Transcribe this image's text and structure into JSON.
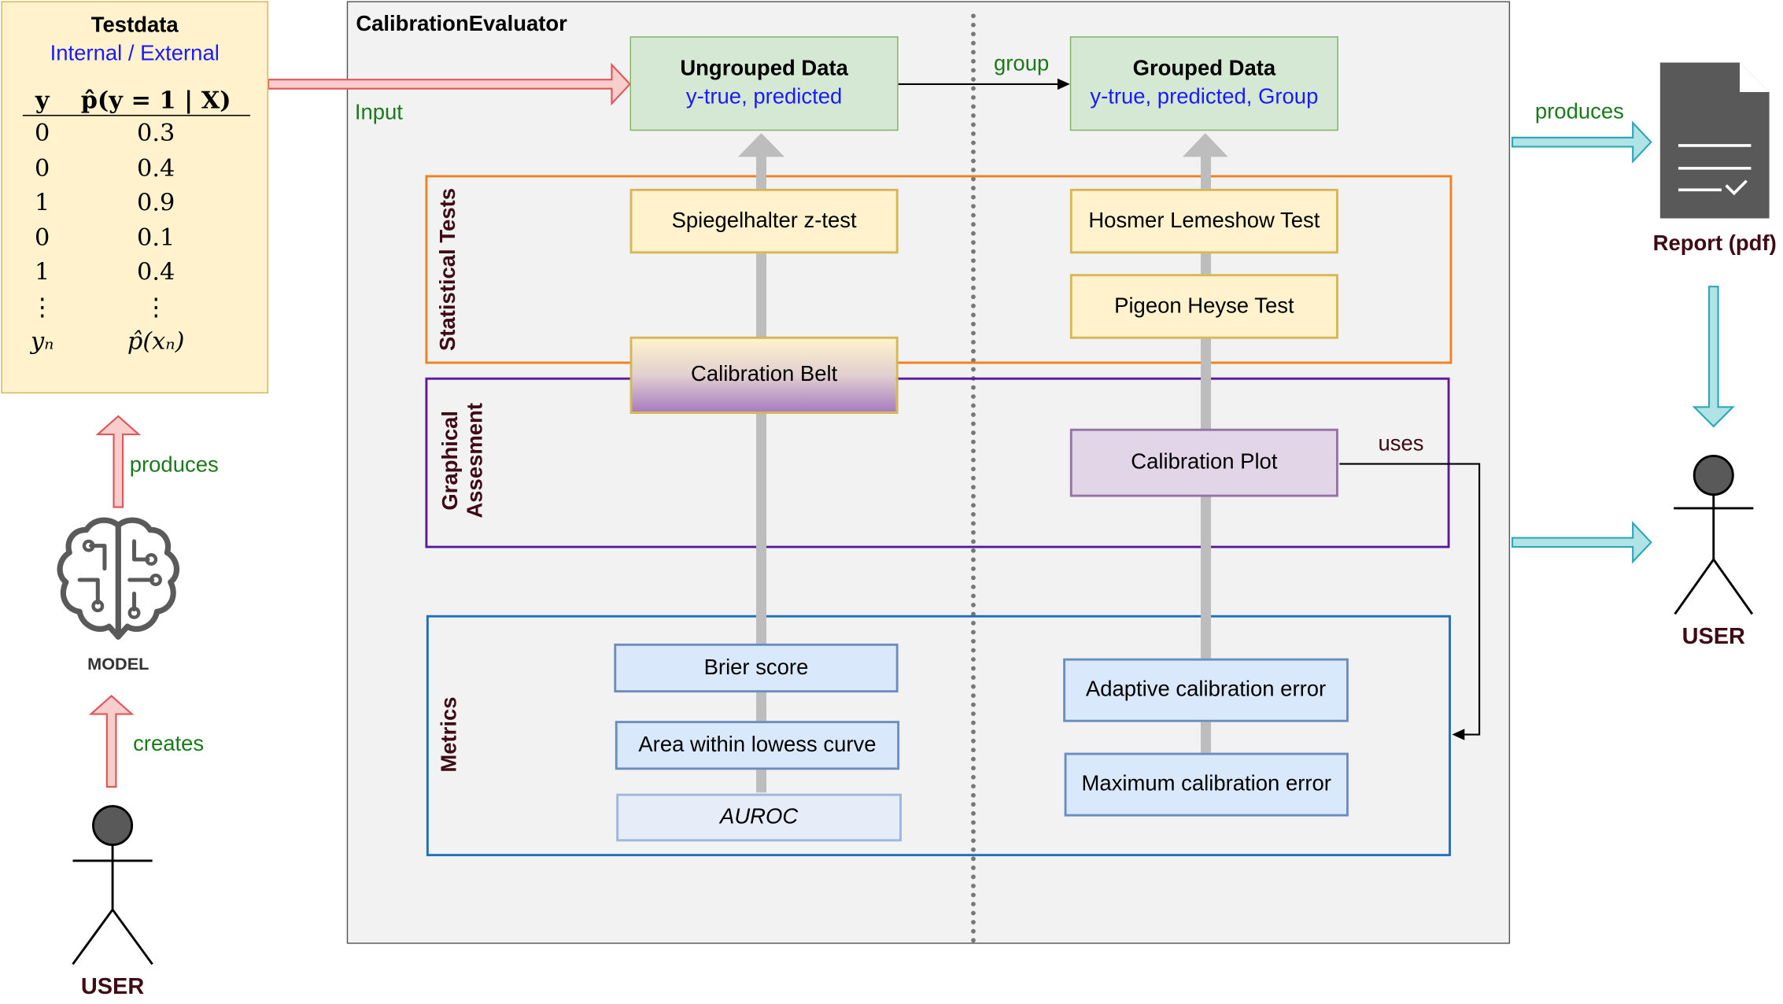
{
  "testdata": {
    "title": "Testdata",
    "subtitle": "Internal / External",
    "table": {
      "headers": [
        "y",
        "p̂(y = 1 | X)"
      ],
      "rows": [
        [
          "0",
          "0.3"
        ],
        [
          "0",
          "0.4"
        ],
        [
          "1",
          "0.9"
        ],
        [
          "0",
          "0.1"
        ],
        [
          "1",
          "0.4"
        ],
        [
          "⋮",
          "⋮"
        ],
        [
          "yₙ",
          "p̂(xₙ)"
        ]
      ]
    }
  },
  "left_flow": {
    "model_label": "MODEL",
    "user_label": "USER",
    "produces_label": "produces",
    "creates_label": "creates",
    "input_label": "Input"
  },
  "evaluator": {
    "title": "CalibrationEvaluator",
    "group_label": "group",
    "ungrouped": {
      "title": "Ungrouped Data",
      "subtitle": "y-true, predicted"
    },
    "grouped": {
      "title": "Grouped Data",
      "subtitle_a": "y-true, predicted,",
      "subtitle_b": "Group"
    },
    "sections": {
      "statistical": "Statistical Tests",
      "graphical_line1": "Graphical",
      "graphical_line2": "Assesment",
      "metrics": "Metrics"
    },
    "boxes": {
      "spiegelhalter": "Spiegelhalter z-test",
      "hosmer": "Hosmer Lemeshow Test",
      "pigeon": "Pigeon Heyse Test",
      "belt": "Calibration Belt",
      "plot": "Calibration Plot",
      "brier": "Brier score",
      "lowess": "Area within lowess curve",
      "auroc": "AUROC",
      "ace": "Adaptive calibration error",
      "mce": "Maximum calibration error"
    },
    "uses_label": "uses"
  },
  "right_flow": {
    "produces_label": "produces",
    "report_label": "Report (pdf)",
    "user_label": "USER"
  },
  "colors": {
    "input_arrow": "#f8cecc",
    "output_arrow": "#b0e3e6",
    "container_bg": "#f2f2f2",
    "statistical_border": "#f08020",
    "graphical_border": "#5a1a9a",
    "metrics_border": "#1f6fc0"
  },
  "icons": [
    "model-brain-icon",
    "user-icon",
    "report-document-icon"
  ]
}
